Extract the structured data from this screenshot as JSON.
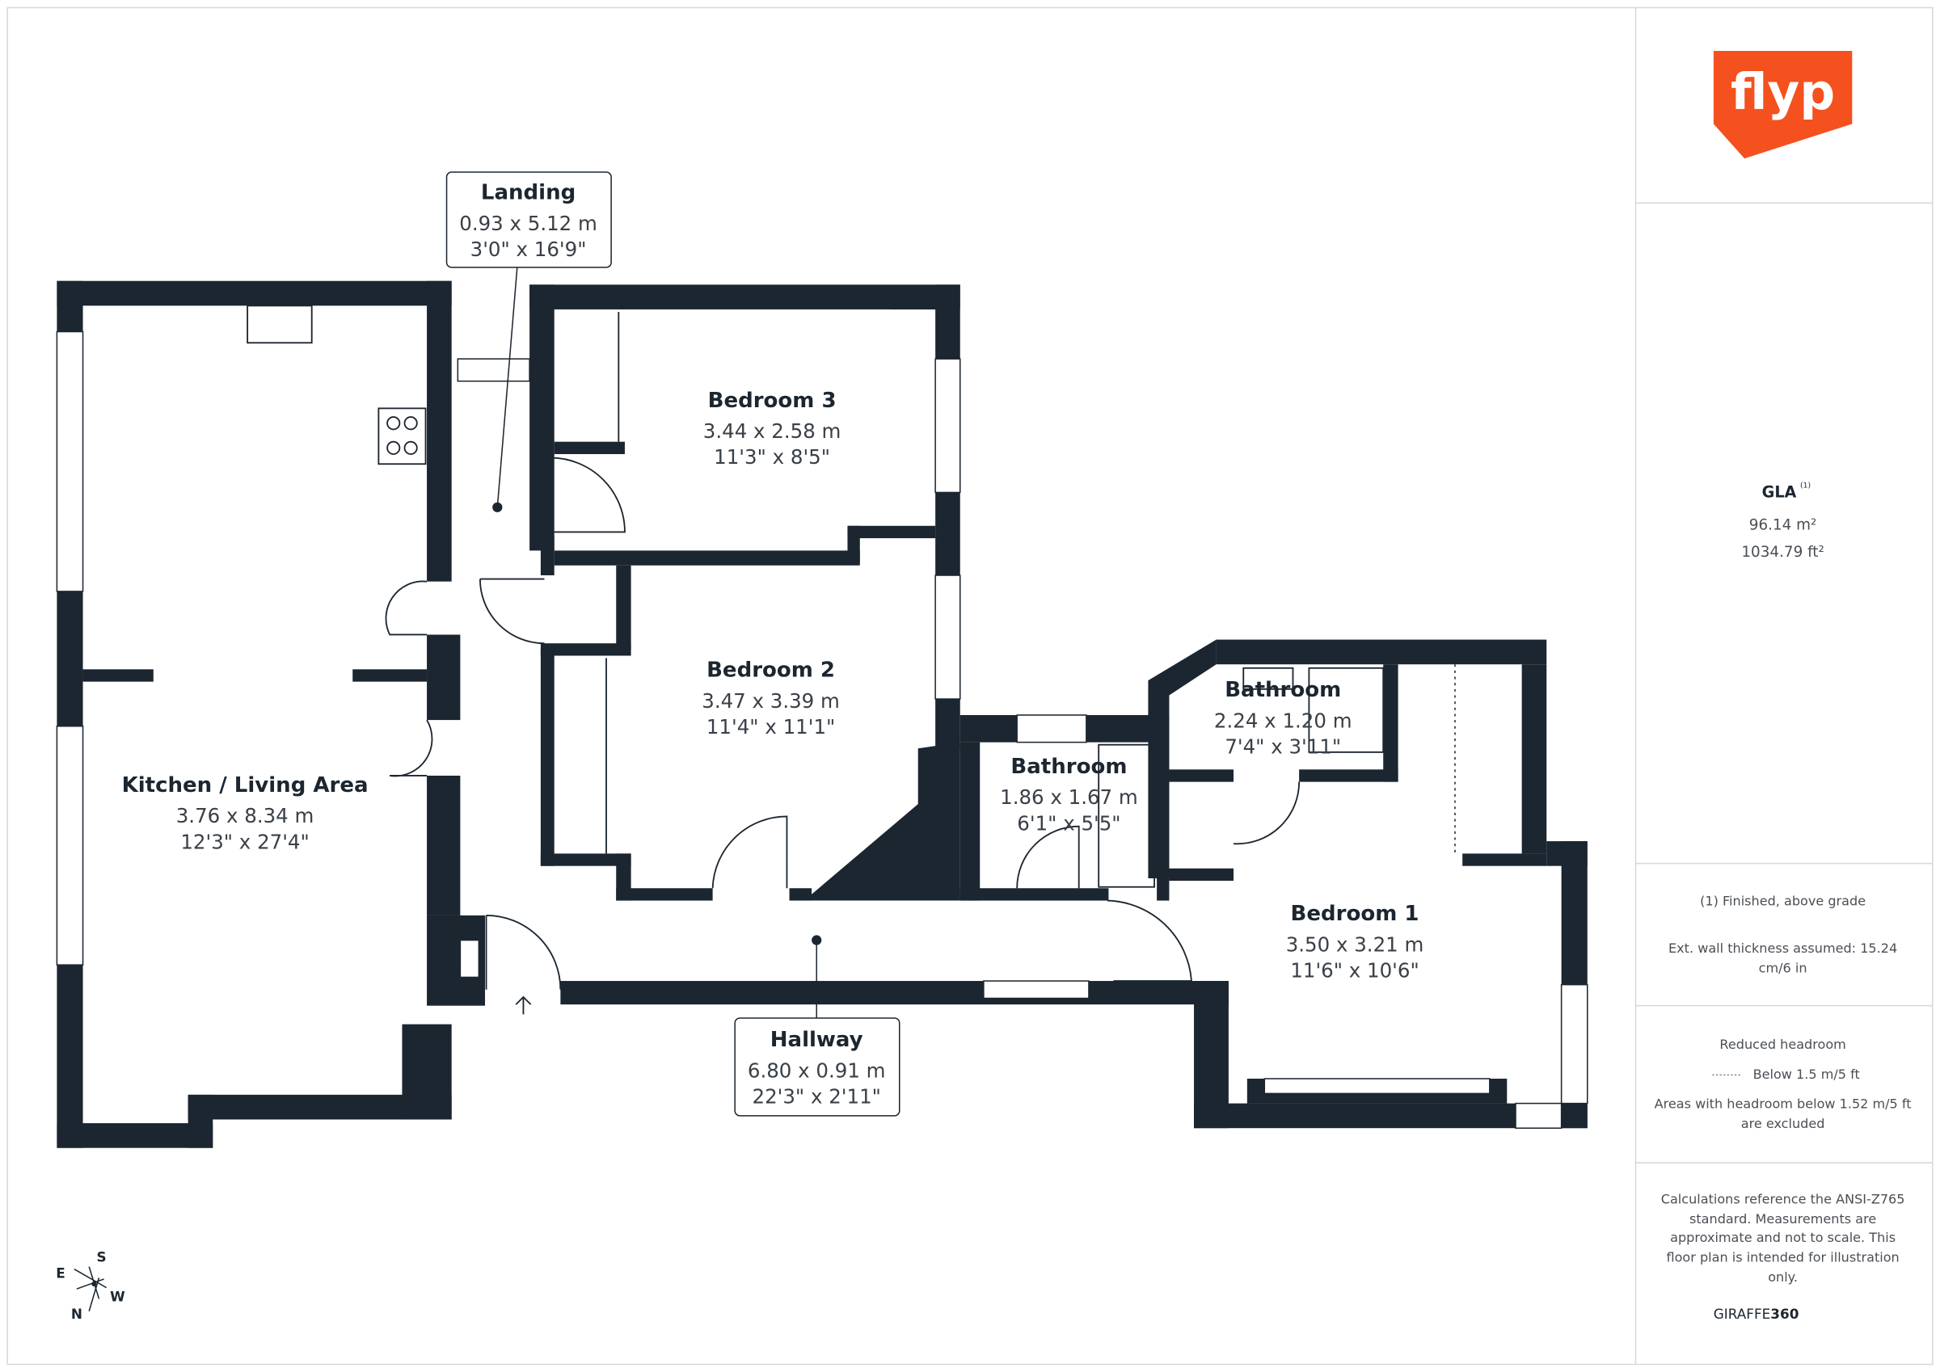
{
  "brand": {
    "logo_text": "flyp",
    "logo_color": "#f4511e"
  },
  "rooms": [
    {
      "name": "Kitchen / Living Area",
      "metric": "3.76 x 8.34 m",
      "imperial": "12'3\" x 27'4\""
    },
    {
      "name": "Bedroom 3",
      "metric": "3.44 x 2.58 m",
      "imperial": "11'3\" x 8'5\""
    },
    {
      "name": "Bedroom 2",
      "metric": "3.47 x 3.39 m",
      "imperial": "11'4\" x 11'1\""
    },
    {
      "name": "Bathroom",
      "metric": "1.86 x 1.67 m",
      "imperial": "6'1\" x 5'5\""
    },
    {
      "name": "Bathroom",
      "metric": "2.24 x 1.20 m",
      "imperial": "7'4\" x 3'11\""
    },
    {
      "name": "Bedroom 1",
      "metric": "3.50 x 3.21 m",
      "imperial": "11'6\" x 10'6\""
    },
    {
      "name": "Landing",
      "metric": "0.93 x 5.12 m",
      "imperial": "3'0\" x 16'9\""
    },
    {
      "name": "Hallway",
      "metric": "6.80 x 0.91 m",
      "imperial": "22'3\" x 2'11\""
    }
  ],
  "compass": {
    "n": "N",
    "s": "S",
    "e": "E",
    "w": "W"
  },
  "panel": {
    "gla_label": "GLA",
    "gla_sup": "(1)",
    "area_m2": "96.14 m²",
    "area_ft2": "1034.79 ft²",
    "footnote": "(1) Finished, above grade",
    "wall_note_1": "Ext. wall thickness assumed: 15.24",
    "wall_note_2": "cm/6 in",
    "headroom_title": "Reduced headroom",
    "headroom_legend": "Below 1.5 m/5 ft",
    "headroom_note_1": "Areas with headroom below 1.52 m/5 ft",
    "headroom_note_2": "are excluded",
    "disclaimer": [
      "Calculations reference the ANSI-Z765",
      "standard. Measurements are",
      "approximate and not to scale. This",
      "floor plan is intended for illustration",
      "only."
    ],
    "brand_a": "GIRAFFE",
    "brand_b": "360"
  }
}
